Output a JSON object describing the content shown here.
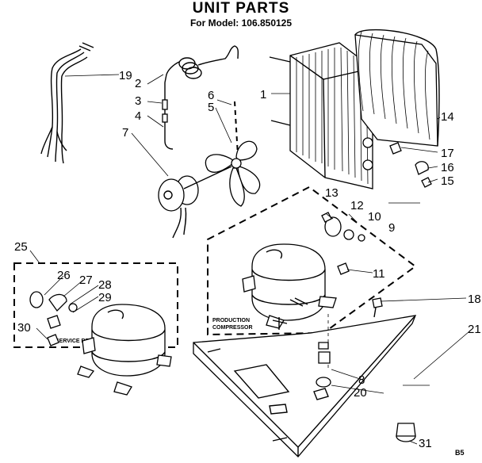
{
  "header": {
    "title": "UNIT PARTS",
    "model_label": "For Model: 106.850125"
  },
  "callouts": [
    "1",
    "2",
    "3",
    "4",
    "5",
    "6",
    "7",
    "8",
    "9",
    "10",
    "11",
    "12",
    "13",
    "14",
    "15",
    "16",
    "17",
    "18",
    "19",
    "20",
    "21",
    "25",
    "26",
    "27",
    "28",
    "29",
    "30",
    "31"
  ],
  "boxes": {
    "production_label_line1": "PRODUCTION",
    "production_label_line2": "COMPRESSOR",
    "service_label": "SERVICE REPLACEMENT"
  },
  "page_code": "B5"
}
